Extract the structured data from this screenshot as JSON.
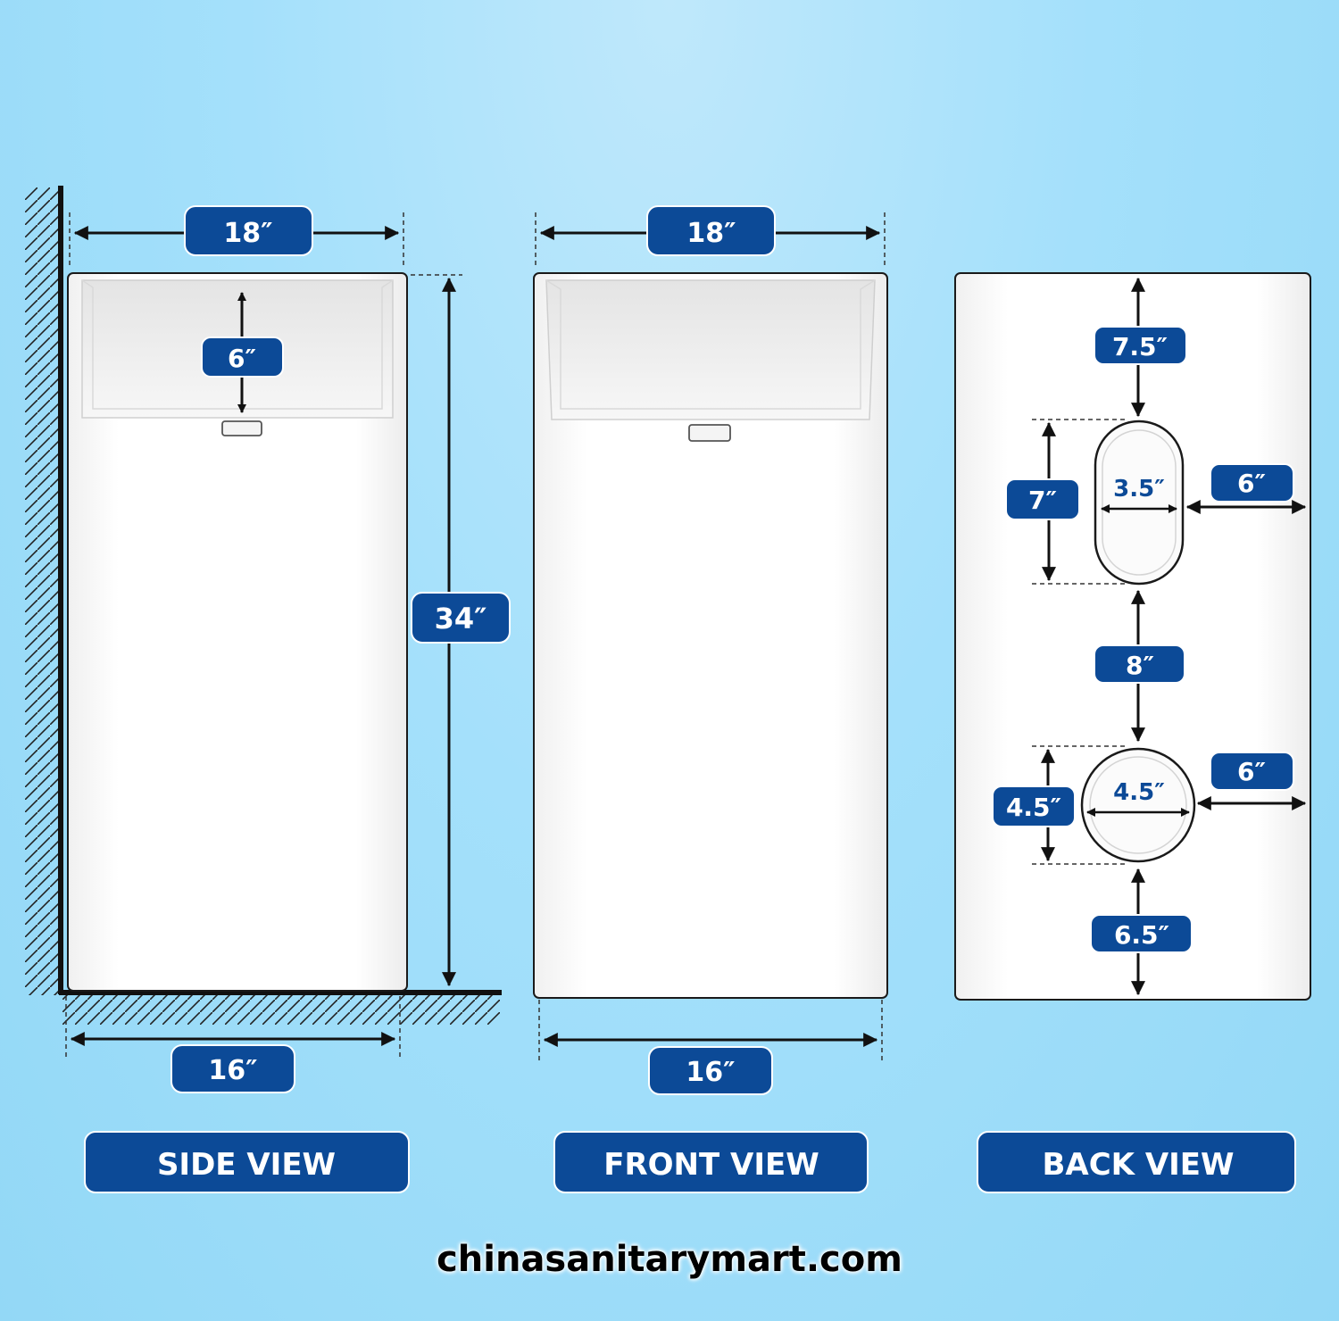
{
  "colors": {
    "background": "#a4e0fb",
    "label_fill": "#0c4a97",
    "label_text": "#ffffff",
    "basin_body": "#ffffff",
    "outline": "#1a1a1a"
  },
  "side_view": {
    "title": "SIDE VIEW",
    "top_width": "18″",
    "bowl_depth": "6″",
    "height": "34″",
    "bottom_width": "16″"
  },
  "front_view": {
    "title": "FRONT VIEW",
    "top_width": "18″",
    "bottom_width": "16″"
  },
  "back_view": {
    "title": "BACK VIEW",
    "top_offset": "7.5″",
    "oval_height": "7″",
    "oval_width": "3.5″",
    "oval_side_offset": "6″",
    "gap_between": "8″",
    "circle_height": "4.5″",
    "circle_width": "4.5″",
    "circle_side_offset": "6″",
    "bottom_offset": "6.5″"
  },
  "footer": {
    "website": "chinasanitarymart.com"
  }
}
